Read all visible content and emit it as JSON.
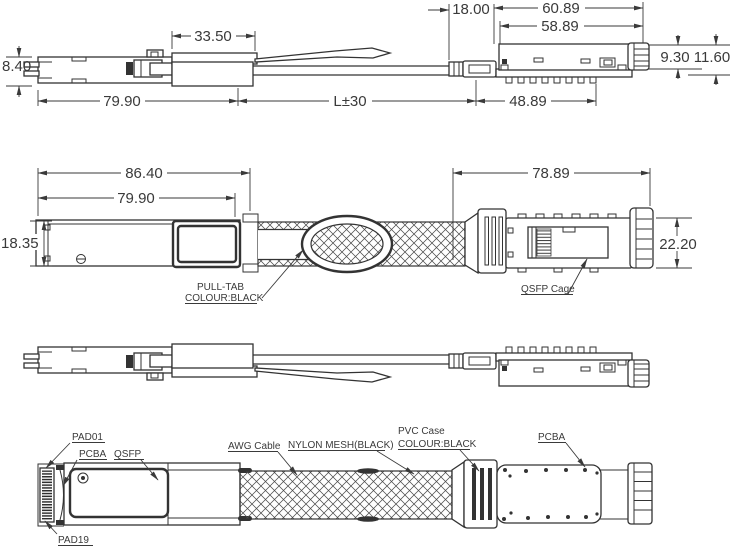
{
  "colors": {
    "line": "#333333",
    "ink": "#3a3a3a",
    "background": "#ffffff"
  },
  "views": {
    "top_side": {
      "dims": {
        "height": "8.40",
        "tab_section": "33.50",
        "plug_length": "79.90",
        "cable_length": "L±30",
        "cage_section": "48.89",
        "cage_offset": "18.00",
        "cage_overall": "60.89",
        "cage_body": "58.89",
        "cage_height_inner": "9.30",
        "cage_height_outer": "11.60"
      }
    },
    "middle_side": {
      "dims": {
        "overall_with_tab": "86.40",
        "plug_length": "79.90",
        "plug_height": "18.35",
        "cage_assembly_length": "78.89",
        "cage_assembly_height": "22.20"
      },
      "labels": {
        "pull_tab_line1": "PULL-TAB",
        "pull_tab_line2": "COLOUR:BLACK",
        "qsfp_cage": "QSFP Cage"
      }
    },
    "bottom_plan": {
      "labels": {
        "pad01": "PAD01",
        "pcba_left": "PCBA",
        "qsfp": "QSFP",
        "awg_cable": "AWG Cable",
        "nylon_mesh": "NYLON MESH(BLACK)",
        "pvc_case_line1": "PVC Case",
        "pvc_case_line2": "COLOUR:BLACK",
        "pcba_right": "PCBA",
        "pad19": "PAD19"
      }
    }
  }
}
